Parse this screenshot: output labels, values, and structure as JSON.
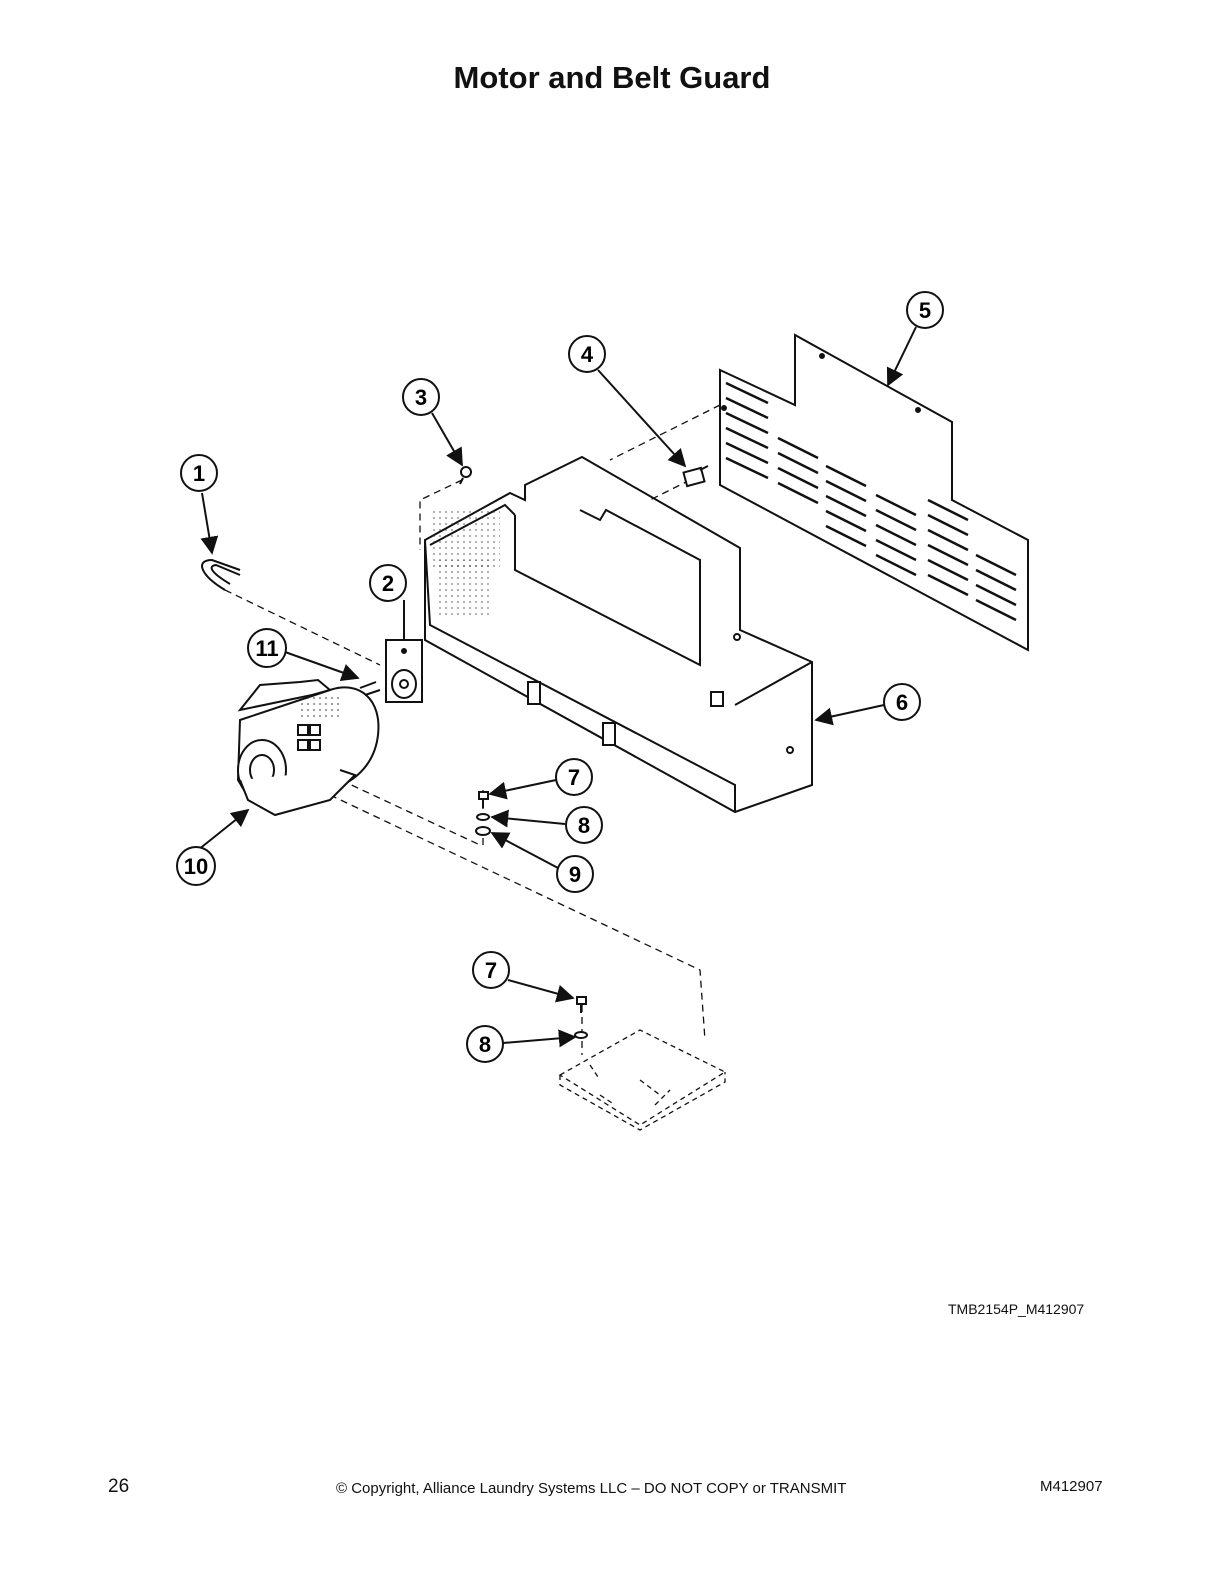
{
  "title": "Motor and Belt Guard",
  "callouts": [
    {
      "id": "1"
    },
    {
      "id": "2"
    },
    {
      "id": "3"
    },
    {
      "id": "4"
    },
    {
      "id": "5"
    },
    {
      "id": "6"
    },
    {
      "id": "7"
    },
    {
      "id": "8"
    },
    {
      "id": "9"
    },
    {
      "id": "10"
    },
    {
      "id": "11"
    },
    {
      "id": "7"
    },
    {
      "id": "8"
    }
  ],
  "footer": {
    "drawing_code": "TMB2154P_M412907",
    "page_number": "26",
    "copyright": "© Copyright, Alliance Laundry Systems LLC – DO NOT COPY or TRANSMIT",
    "doc_number": "M412907"
  }
}
